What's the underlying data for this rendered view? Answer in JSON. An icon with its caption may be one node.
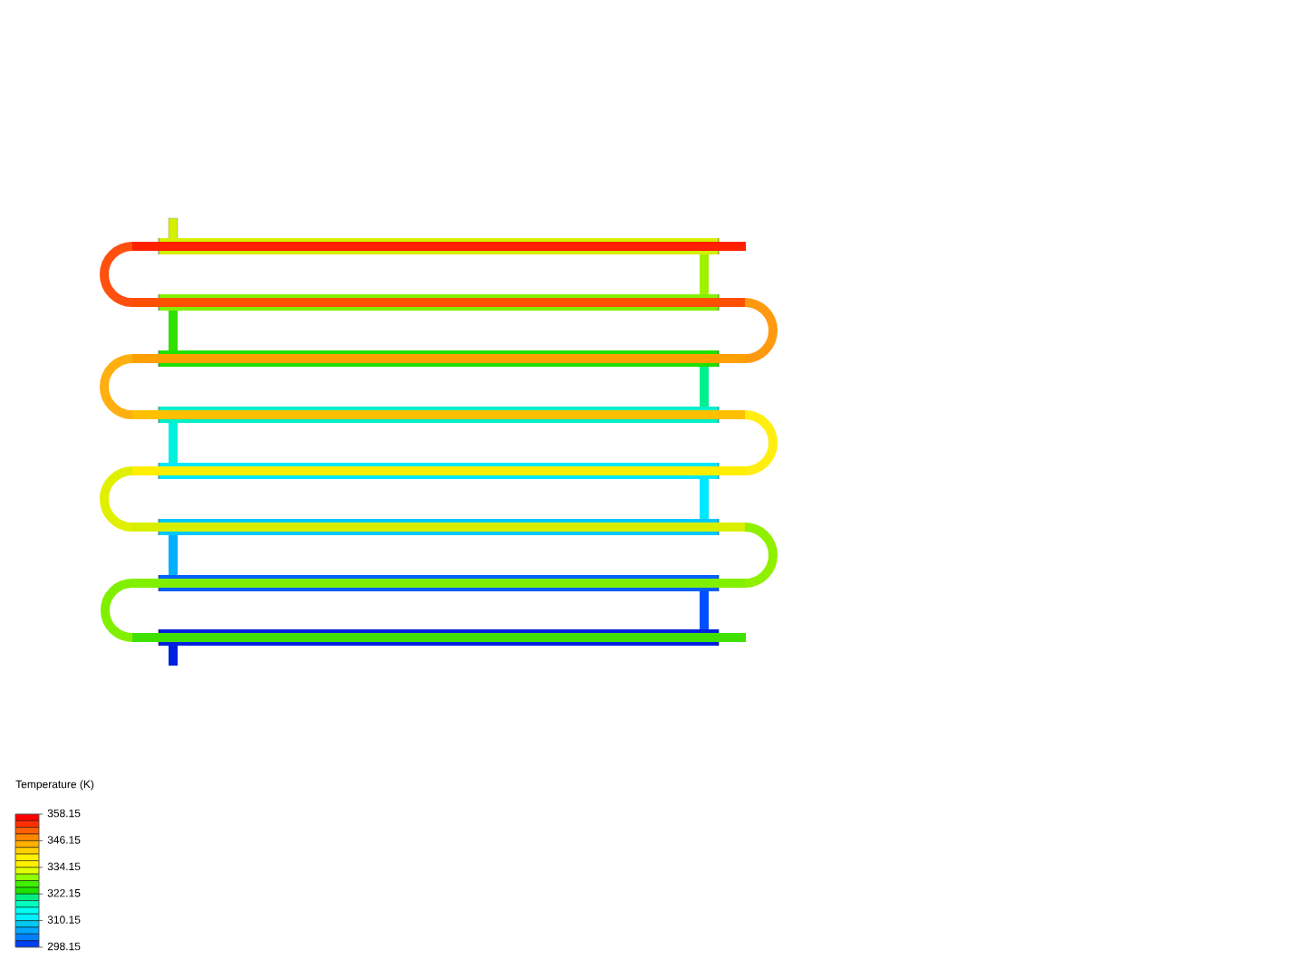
{
  "diagram": {
    "labels": [
      "Temperature (K)",
      "358.15",
      "346.15",
      "334.15",
      "322.15",
      "310.15",
      "298.15"
    ]
  }
}
